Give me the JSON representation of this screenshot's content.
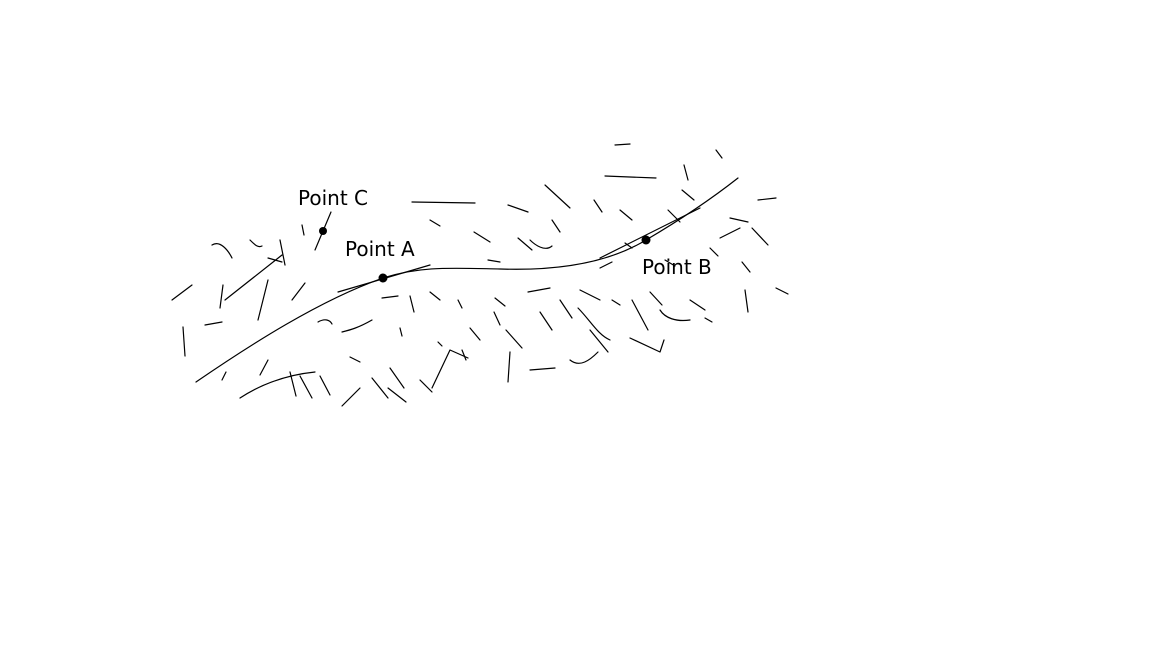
{
  "colors": {
    "background": "#ffffff",
    "ink": "#000000"
  },
  "points": [
    {
      "id": "c",
      "label": "Point C"
    },
    {
      "id": "a",
      "label": "Point A"
    },
    {
      "id": "b",
      "label": "Point B"
    }
  ]
}
